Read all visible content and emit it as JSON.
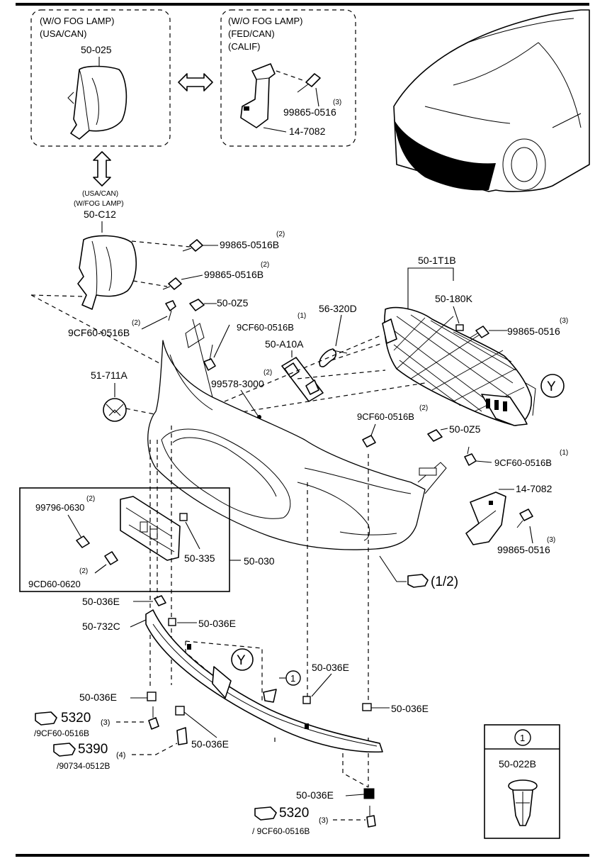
{
  "top_box_left": {
    "line1": "(W/O FOG LAMP)",
    "line2": "(USA/CAN)",
    "part": "50-025"
  },
  "top_box_right": {
    "line1": "(W/O FOG LAMP)",
    "line2": "(FED/CAN)",
    "line3": "(CALIF)",
    "bolt_part": "99865-0516",
    "bolt_qty": "(3)",
    "bracket_part": "14-7082"
  },
  "fog_variant": {
    "line1": "(USA/CAN)",
    "line2": "(W/FOG LAMP)",
    "part": "50-C12"
  },
  "labels": {
    "bolt_a": "99865-0516B",
    "bolt_a_qty": "(2)",
    "bolt_b": "99865-0516B",
    "bolt_b_qty": "(2)",
    "clip_50_0z5_top": "50-0Z5",
    "screw_9cf60_left": "9CF60-0516B",
    "screw_9cf60_left_qty": "(2)",
    "screw_9cf60_mid": "9CF60-0516B",
    "screw_9cf60_mid_qty": "(1)",
    "part_56_320d": "56-320D",
    "part_50_a10a": "50-A10A",
    "grille": "50-1T1B",
    "grille_sub": "50-180K",
    "grille_bolt": "99865-0516",
    "grille_bolt_qty": "(3)",
    "emblem": "51-711A",
    "clip_99578": "99578-3000",
    "clip_99578_qty": "(2)",
    "screw_9cf60_right": "9CF60-0516B",
    "screw_9cf60_right_qty": "(2)",
    "clip_50_0z5_right": "50-0Z5",
    "screw_9cf60_far": "9CF60-0516B",
    "screw_9cf60_far_qty": "(1)",
    "bracket_right": "14-7082",
    "bracket_right_bolt": "99865-0516",
    "bracket_right_bolt_qty": "(3)",
    "ref_page": "(1/2)",
    "y_marker": "Y"
  },
  "plate_box": {
    "bolt_top": "99796-0630",
    "bolt_top_qty": "(2)",
    "clip": "50-335",
    "bolt_bottom": "9CD60-0620",
    "bolt_bottom_qty": "(2)",
    "assembly": "50-030"
  },
  "lower": {
    "nut_a": "50-036E",
    "nut_b": "50-036E",
    "spoiler": "50-732C",
    "nut_c": "50-036E",
    "nut_d": "50-036E",
    "nut_e": "50-036E",
    "nut_f": "50-036E",
    "nut_g": "50-036E",
    "circle_ref": "1",
    "ref_5320_a": "5320",
    "ref_5320_a_qty": "(3)",
    "ref_5320_a_part": "/9CF60-0516B",
    "ref_5390": "5390",
    "ref_5390_qty": "(4)",
    "ref_5390_part": "/90734-0512B",
    "ref_5320_b": "5320",
    "ref_5320_b_qty": "(3)",
    "ref_5320_b_part": "/ 9CF60-0516B"
  },
  "legend": {
    "number": "1",
    "part": "50-022B"
  }
}
